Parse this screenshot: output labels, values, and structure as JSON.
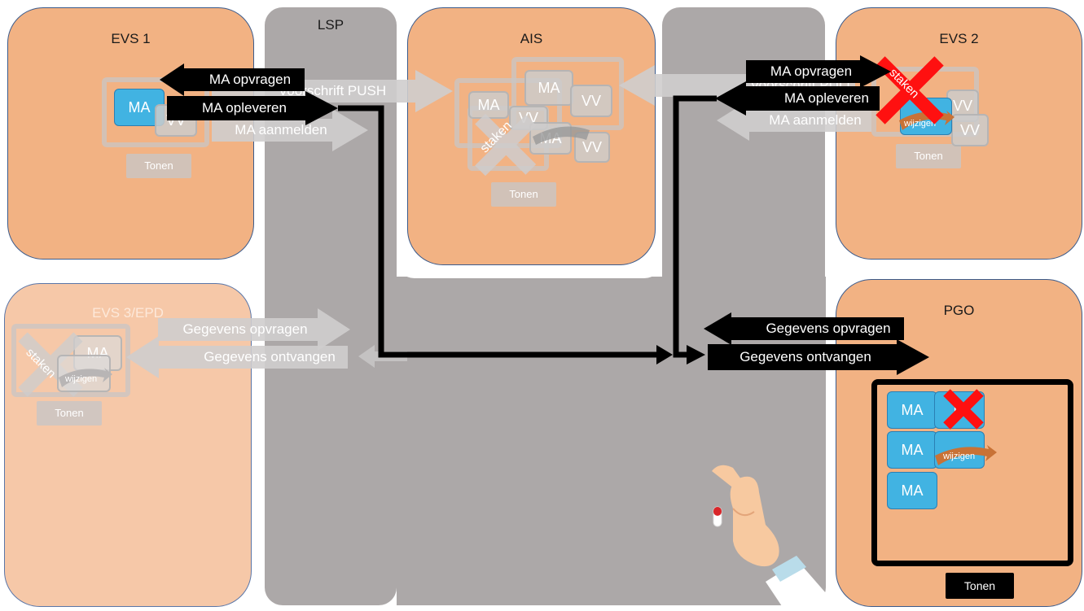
{
  "panels": {
    "evs1": {
      "title": "EVS 1"
    },
    "lsp": {
      "title": "LSP"
    },
    "ais": {
      "title": "AIS"
    },
    "evs2": {
      "title": "EVS 2"
    },
    "evs3": {
      "title": "EVS 3/EPD"
    },
    "pgo": {
      "title": "PGO"
    }
  },
  "evs1": {
    "ma_tile": "MA",
    "vv_tile": "VV",
    "tonen": "Tonen",
    "arrow_opvragen": "MA opvragen",
    "arrow_opleveren": "MA opleveren",
    "arrow_aanmelden": "MA aanmelden",
    "arrow_push": "Voorschrift PUSH"
  },
  "ais": {
    "ma_tile": "MA",
    "ma_tile2": "MA",
    "vv_tile": "VV",
    "vv_tile2": "VV",
    "vv_tile3": "VV",
    "ma_tile3": "MA",
    "staken": "staken",
    "tonen": "Tonen"
  },
  "evs2": {
    "arrow_opvragen": "MA opvragen",
    "arrow_opleveren": "MA opleveren",
    "arrow_aanmelden": "MA aanmelden",
    "arrow_voorschrift": "Voorschrift PULL",
    "staken": "staken",
    "wijzigen": "wijzigen",
    "vv_tile": "VV",
    "vv_tile2": "VV",
    "tonen": "Tonen"
  },
  "evs3": {
    "arrow_opvragen": "Gegevens opvragen",
    "arrow_ontvangen": "Gegevens ontvangen",
    "staken": "staken",
    "ma_tile": "MA",
    "wijzigen": "wijzigen",
    "tonen": "Tonen"
  },
  "pgo": {
    "arrow_opvragen": "Gegevens opvragen",
    "arrow_ontvangen": "Gegevens ontvangen",
    "ma_tiles": [
      "MA",
      "MA",
      "MA"
    ],
    "wijzigen": "wijzigen",
    "tonen": "Tonen"
  },
  "colors": {
    "orange": "#f2b283",
    "orange_light": "#f6c8a8",
    "grey": "#aca8a8",
    "blue": "#41b3e2",
    "black": "#000000",
    "red": "#ff0000"
  }
}
